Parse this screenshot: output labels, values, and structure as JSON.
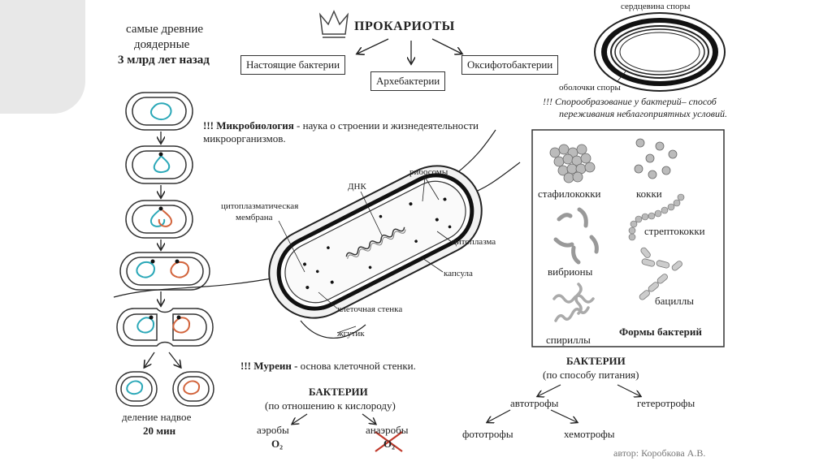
{
  "timeline": {
    "line1": "самые древние",
    "line2": "доядерные",
    "line3": "3 млрд лет назад"
  },
  "header": {
    "title": "ПРОКАРИОТЫ",
    "crown_icon": "crown-icon"
  },
  "groups": [
    "Настоящие бактерии",
    "Архебактерии",
    "Оксифотобактерии"
  ],
  "spore": {
    "core": "сердцевина споры",
    "shells": "оболочки споры",
    "note1": "!!! Спорообразование у бактерий– способ",
    "note2": "переживания неблагоприятных условий."
  },
  "microbiology": {
    "prefix": "!!! Микробиология",
    "text1": " - наука о строении и жизнедеятельности",
    "text2": "микроорганизмов."
  },
  "cell_labels": {
    "dna": "ДНК",
    "ribosomes": "рибосомы",
    "membrane1": "цитоплазматическая",
    "membrane2": "мембрана",
    "cytoplasm": "цитоплазма",
    "capsule": "капсула",
    "wall": "клеточная стенка",
    "flagellum": "жгутик"
  },
  "murein": {
    "prefix": "!!! Муреин -",
    "text": "  основа клеточной стенки."
  },
  "division": {
    "line1": "деление надвое",
    "line2": "20 мин",
    "colors": {
      "a": "#2ba8b8",
      "b": "#d2643c"
    }
  },
  "forms": {
    "staph": "стафилококки",
    "cocci": "кокки",
    "vibrio": "вибрионы",
    "strepto": "стрептококки",
    "bacilli": "бациллы",
    "spirilla": "спириллы",
    "caption": "Формы бактерий"
  },
  "oxygen": {
    "title": "БАКТЕРИИ",
    "subtitle": "(по отношению к кислороду)",
    "aerobes": "аэробы",
    "anaerobes": "анаэробы",
    "o2": "O₂"
  },
  "nutrition": {
    "title": "БАКТЕРИИ",
    "subtitle": "(по способу питания)",
    "auto": "автотрофы",
    "hetero": "гетеротрофы",
    "photo": "фототрофы",
    "chemo": "хемотрофы"
  },
  "author": "автор: Коробкова А.В."
}
